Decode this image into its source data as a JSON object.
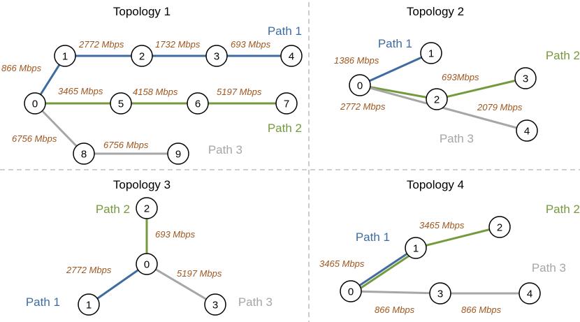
{
  "colors": {
    "path_blue": "#3F6CA0",
    "path_green": "#759A3D",
    "path_gray": "#A6A6A6",
    "rate_text": "#A0561E",
    "divider": "#BFBFBF"
  },
  "topologies": [
    {
      "title": "Topology 1",
      "nodes": [
        "0",
        "1",
        "2",
        "3",
        "4",
        "5",
        "6",
        "7",
        "8",
        "9"
      ],
      "paths": [
        {
          "label": "Path 1",
          "color": "blue"
        },
        {
          "label": "Path 2",
          "color": "green"
        },
        {
          "label": "Path 3",
          "color": "gray"
        }
      ],
      "rates": [
        "866 Mbps",
        "2772 Mbps",
        "1732 Mbps",
        "693 Mbps",
        "3465 Mbps",
        "4158 Mbps",
        "5197 Mbps",
        "6756 Mbps",
        "6756 Mbps"
      ]
    },
    {
      "title": "Topology 2",
      "nodes": [
        "0",
        "1",
        "2",
        "3",
        "4"
      ],
      "paths": [
        {
          "label": "Path 1",
          "color": "blue"
        },
        {
          "label": "Path 2",
          "color": "green"
        },
        {
          "label": "Path 3",
          "color": "gray"
        }
      ],
      "rates": [
        "1386 Mbps",
        "693Mbps",
        "2772 Mbps",
        "2079 Mbps"
      ]
    },
    {
      "title": "Topology 3",
      "nodes": [
        "0",
        "1",
        "2",
        "3"
      ],
      "paths": [
        {
          "label": "Path 1",
          "color": "blue"
        },
        {
          "label": "Path 2",
          "color": "green"
        },
        {
          "label": "Path 3",
          "color": "gray"
        }
      ],
      "rates": [
        "693 Mbps",
        "2772 Mbps",
        "5197 Mbps"
      ]
    },
    {
      "title": "Topology 4",
      "nodes": [
        "0",
        "1",
        "2",
        "3",
        "4"
      ],
      "paths": [
        {
          "label": "Path 1",
          "color": "blue"
        },
        {
          "label": "Path 2",
          "color": "green"
        },
        {
          "label": "Path 3",
          "color": "gray"
        }
      ],
      "rates": [
        "3465 Mbps",
        "3465 Mbps",
        "866 Mbps",
        "866 Mbps"
      ]
    }
  ]
}
